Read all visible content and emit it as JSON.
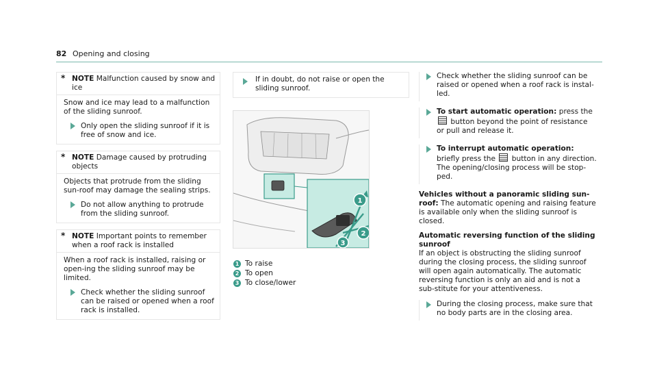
{
  "header": {
    "page_number": "82",
    "section": "Opening and closing"
  },
  "notes": [
    {
      "label": "NOTE",
      "title": "Malfunction caused by snow and ice",
      "body": "Snow and ice may lead to a malfunction of the sliding sunroof.",
      "steps": [
        "Only open the sliding sunroof if it is free of snow and ice."
      ]
    },
    {
      "label": "NOTE",
      "title": "Damage caused by protruding objects",
      "body": "Objects that protrude from the sliding sun-roof may damage the sealing strips.",
      "steps": [
        "Do not allow anything to protrude from the sliding sunroof."
      ]
    },
    {
      "label": "NOTE",
      "title": "Important points to remember when a roof rack is installed",
      "body": "When a roof rack is installed, raising or open-ing the sliding sunroof may be limited.",
      "steps": [
        "Check whether the sliding sunroof can be raised or opened when a roof rack is installed."
      ]
    }
  ],
  "col2": {
    "step": "If in doubt, do not raise or open the sliding sunroof.",
    "figure": {
      "callouts": [
        "1",
        "2",
        "3"
      ],
      "accent": "#3a9b8a",
      "highlight": "#c7ebe3"
    },
    "legend": [
      {
        "num": "1",
        "text": "To raise"
      },
      {
        "num": "2",
        "text": "To open"
      },
      {
        "num": "3",
        "text": "To close/lower"
      }
    ]
  },
  "col3": {
    "step1": "Check whether the sliding sunroof can be raised or opened when a roof rack is instal-led.",
    "step2": {
      "bold": "To start automatic operation:",
      "pre": "press the",
      "post": "button beyond the point of resistance or pull and release it."
    },
    "step3": {
      "bold": "To interrupt automatic operation:",
      "pre": "briefly press the",
      "post": "button in any direction.",
      "extra": "The opening/closing process will be stop-ped."
    },
    "para1": {
      "bold": "Vehicles without a panoramic sliding sun-roof:",
      "text": "The automatic opening and raising feature is available only when the sliding sunroof is closed."
    },
    "heading": "Automatic reversing function of the sliding sunroof",
    "para2": "If an object is obstructing the sliding sunroof during the closing process, the sliding sunroof will open again automatically. The automatic reversing function is only an aid and is not a sub-stitute for your attentiveness.",
    "step4": "During the closing process, make sure that no body parts are in the closing area."
  }
}
